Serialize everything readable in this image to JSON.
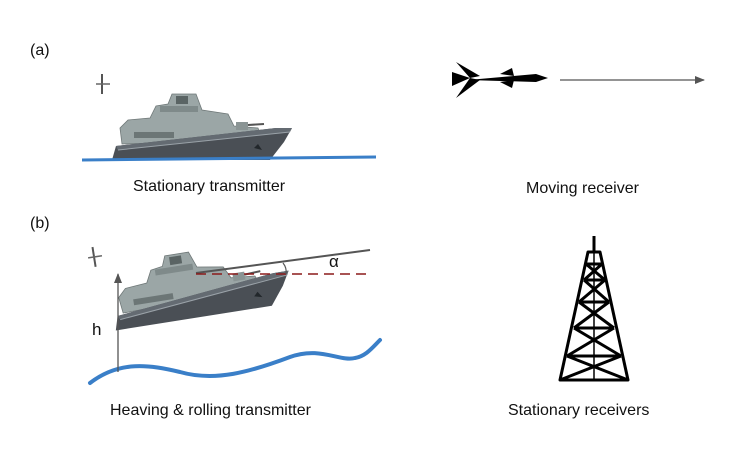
{
  "panel_a": {
    "tag": "(a)",
    "transmitter_label": "Stationary transmitter",
    "receiver_label": "Moving receiver",
    "transmitter_icon": "ship-icon",
    "receiver_icon": "missile-icon"
  },
  "panel_b": {
    "tag": "(b)",
    "transmitter_label": "Heaving & rolling transmitter",
    "receiver_label": "Stationary receivers",
    "height_symbol": "h",
    "angle_symbol": "α",
    "transmitter_icon": "ship-icon",
    "receiver_icon": "radio-tower-icon"
  },
  "colors": {
    "sea": "#3a7fc8",
    "hull": "#4a4f55",
    "superstructure": "#9ba6a6",
    "angle_reference": "#8b1a1a",
    "arrow": "#555555"
  }
}
